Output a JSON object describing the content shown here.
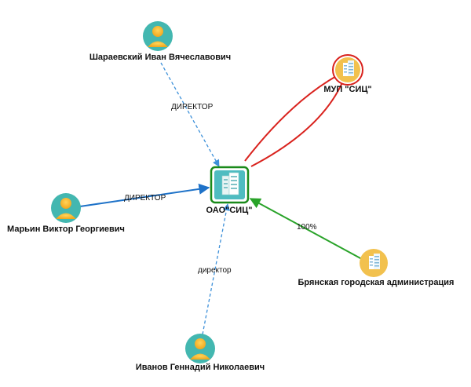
{
  "colors": {
    "person_fill": "#43b7b0",
    "person_skin": "#f5b731",
    "building_fill": "#f2c14e",
    "center_fill": "#4fbcc1",
    "center_border": "#1a8a1a",
    "directed_blue": "#1e72c8",
    "dashed_blue": "#3d90d9",
    "red_link": "#d9221d",
    "green_link": "#29a329",
    "mup_ring": "#d9221d"
  },
  "nodes": {
    "center": {
      "label": "ОАО\"СИЦ\"",
      "icon": "office-building-icon"
    },
    "sharaevsky": {
      "label": "Шараевский Иван Вячеславович",
      "icon": "person-icon"
    },
    "marin": {
      "label": "Марьин Виктор Георгиевич",
      "icon": "person-icon"
    },
    "ivanov": {
      "label": "Иванов Геннадий Николаевич",
      "icon": "person-icon"
    },
    "mup": {
      "label": "МУП \"СИЦ\"",
      "icon": "office-building-icon"
    },
    "admin": {
      "label": "Брянская городская администрация",
      "icon": "office-building-icon"
    }
  },
  "edges": {
    "sharaevsky_center": {
      "label": "ДИРЕКТОР",
      "style": "dashed"
    },
    "marin_center": {
      "label": "ДИРЕКТОР",
      "style": "solid"
    },
    "ivanov_center": {
      "label": "директор",
      "style": "dashed"
    },
    "admin_center": {
      "label": "100%",
      "style": "solid"
    },
    "mup_center": {
      "label": "",
      "style": "double-curve"
    }
  }
}
